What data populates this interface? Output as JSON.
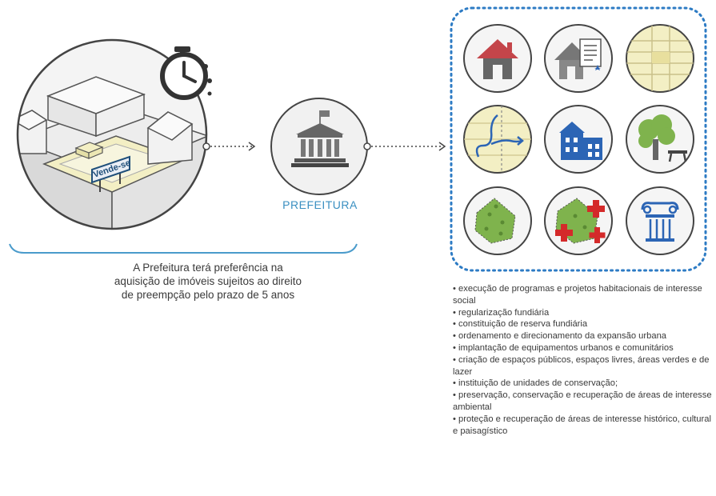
{
  "prefeitura_label": "PREFEITURA",
  "sign_text": "Vende-se",
  "caption": [
    "A Prefeitura terá preferência na",
    "aquisição de imóveis sujeitos ao direito",
    "de preempção pelo prazo de 5 anos"
  ],
  "uses": [
    "execução de programas e projetos habitacionais de interesse social",
    "regularização fundiária",
    "constituição de reserva fundiária",
    "ordenamento e direcionamento da expansão urbana",
    "implantação de equipamentos urbanos e comunitários",
    "criação de espaços públicos, espaços livres, áreas verdes e de lazer",
    "instituição de unidades de conservação;",
    "preservação, conservação e recuperação de áreas de interesse ambiental",
    "proteção e recuperação de áreas de interesse histórico, cultural e paisagístico"
  ],
  "icons": [
    "house-icon",
    "house-document-icon",
    "land-plot-icon",
    "urban-expansion-map-icon",
    "public-buildings-icon",
    "tree-bench-icon",
    "green-area-icon",
    "green-area-recovery-icon",
    "historic-column-icon"
  ],
  "colors": {
    "accent_blue": "#3a8fc1",
    "house_red": "#c4454a",
    "green": "#7fb34d",
    "plot_yellow": "#f3efc4",
    "cross_red": "#d42a2a",
    "building_blue": "#2c65b5"
  }
}
